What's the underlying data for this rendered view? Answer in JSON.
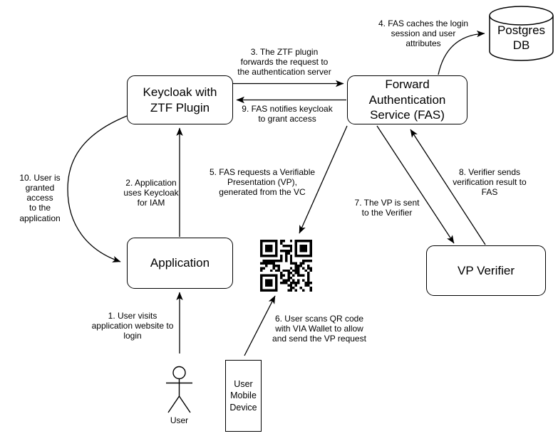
{
  "colors": {
    "stroke": "#000000",
    "background": "#ffffff"
  },
  "nodes": {
    "keycloak": {
      "label": "Keycloak with\nZTF Plugin"
    },
    "application": {
      "label": "Application"
    },
    "fas": {
      "label": "Forward\nAuthentication\nService (FAS)"
    },
    "postgres": {
      "label": "Postgres\nDB"
    },
    "vp_verifier": {
      "label": "VP Verifier"
    },
    "mobile_device": {
      "label": "User\nMobile\nDevice"
    },
    "user_actor": {
      "label": "User"
    }
  },
  "notes": {
    "n1": "1. User visits\napplication website to\nlogin",
    "n2": "2. Application\nuses Keycloak\nfor IAM",
    "n3": "3. The ZTF plugin\nforwards the request to\nthe authentication server",
    "n4": "4. FAS caches the login\nsession and user\nattributes",
    "n5": "5. FAS requests a Verifiable\nPresentation (VP),\ngenerated from the VC",
    "n6": "6. User scans QR code\nwith VIA Wallet to allow\nand send the VP request",
    "n7": "7. The VP is sent\nto the Verifier",
    "n8": "8. Verifier sends\nverification result to\nFAS",
    "n9": "9. FAS notifies keycloak\nto grant access",
    "n10": "10. User is\ngranted access\nto the\napplication"
  }
}
